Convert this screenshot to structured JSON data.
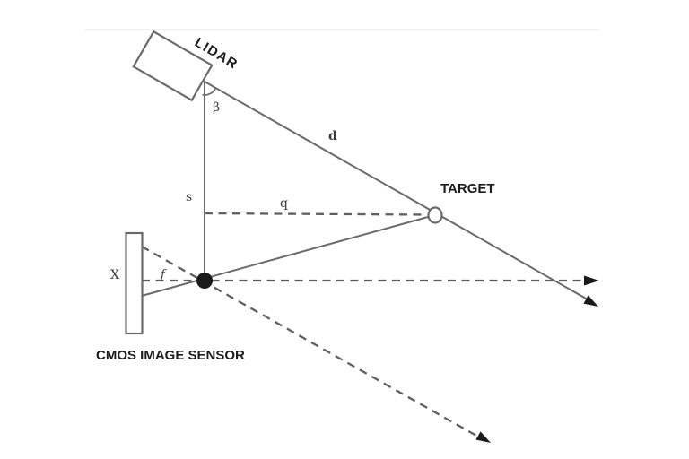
{
  "figure": {
    "type": "lidar-camera-triangulation-diagram",
    "labels": {
      "lidar": "LIDAR",
      "target": "TARGET",
      "sensor": "CMOS IMAGE SENSOR"
    },
    "symbols": {
      "beta": "β",
      "d": "d",
      "s": "s",
      "q": "q",
      "x": "X",
      "f": "f"
    },
    "colors": {
      "line_gray": "#6a6a6a",
      "dash_gray": "#5f5f5f",
      "label_black": "#1c1c1c",
      "symbol_gray": "#3a3a3a",
      "dot_black": "#1a1a1a",
      "background": "#ffffff"
    }
  }
}
